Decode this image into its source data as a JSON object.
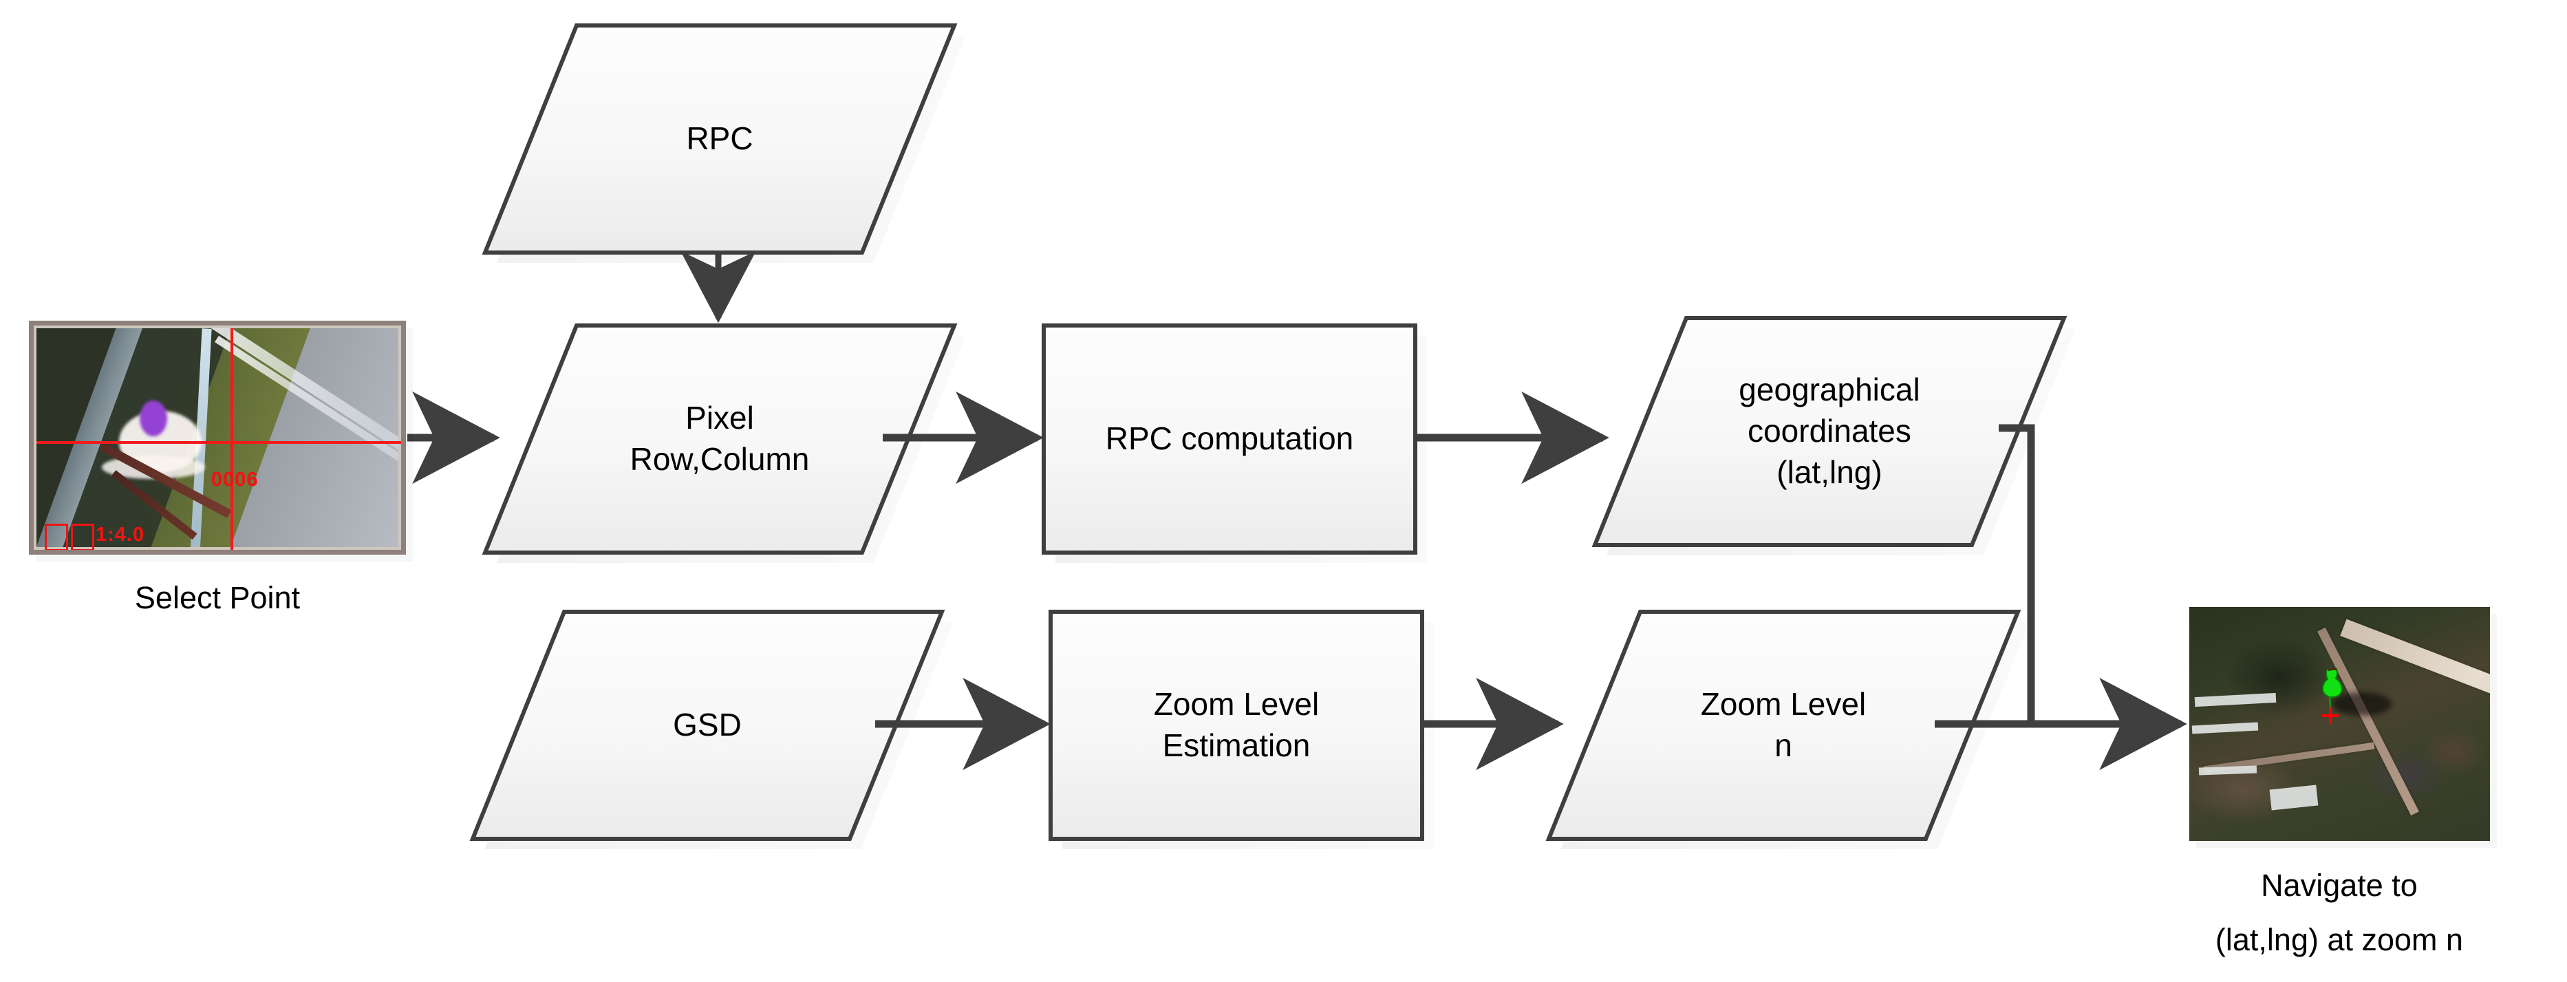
{
  "diagram": {
    "title": "RPC-based geolocation and map navigation pipeline",
    "background_color": "#ffffff",
    "shape_border_color": "#3f3f3f",
    "shape_fill_top": "#fcfcfc",
    "shape_fill_bottom": "#eeeeee",
    "connector_color": "#3f3f3f",
    "text_color": "#000000"
  },
  "nodes": {
    "rpc": {
      "label": "RPC",
      "shape": "parallelogram",
      "lines": [
        "RPC"
      ]
    },
    "pixel_row_column": {
      "label": "Pixel Row,Column",
      "shape": "parallelogram",
      "lines": [
        "Pixel",
        "Row,Column"
      ]
    },
    "rpc_computation": {
      "label": "RPC computation",
      "shape": "rectangle",
      "lines": [
        "RPC computation"
      ]
    },
    "geographical_coordinates": {
      "label": "geographical coordinates (lat,lng)",
      "shape": "parallelogram",
      "lines": [
        "geographical",
        "coordinates",
        "(lat,lng)"
      ]
    },
    "gsd": {
      "label": "GSD",
      "shape": "parallelogram",
      "lines": [
        "GSD"
      ]
    },
    "zoom_level_estimation": {
      "label": "Zoom Level Estimation",
      "shape": "rectangle",
      "lines": [
        "Zoom Level",
        "Estimation"
      ]
    },
    "zoom_level_n": {
      "label": "Zoom Level n",
      "shape": "parallelogram",
      "lines": [
        "Zoom Level",
        "n"
      ]
    }
  },
  "thumbnails": {
    "select_point": {
      "caption_lines": [
        "Select Point"
      ],
      "annotation_id": "0006",
      "annotation_scale": "1:4.0",
      "crosshair_color": "#f11b1b",
      "frame_color": "#8d817a"
    },
    "map_result": {
      "caption_lines": [
        "Navigate to",
        "(lat,lng) at zoom n"
      ],
      "marker": "green-pushpin",
      "marker_color": "#12e012",
      "crosshair_color": "#ff0000"
    }
  },
  "connectors": [
    {
      "from": "rpc",
      "to": "pixel_row_column",
      "direction": "down"
    },
    {
      "from": "select_point",
      "to": "pixel_row_column",
      "direction": "right"
    },
    {
      "from": "pixel_row_column",
      "to": "rpc_computation",
      "direction": "right"
    },
    {
      "from": "rpc_computation",
      "to": "geographical_coordinates",
      "direction": "right"
    },
    {
      "from": "gsd",
      "to": "zoom_level_estimation",
      "direction": "right"
    },
    {
      "from": "zoom_level_estimation",
      "to": "zoom_level_n",
      "direction": "right"
    },
    {
      "from": "geographical_coordinates",
      "to": "map_result",
      "direction": "elbow-down-right"
    },
    {
      "from": "zoom_level_n",
      "to": "map_result",
      "direction": "right"
    }
  ]
}
